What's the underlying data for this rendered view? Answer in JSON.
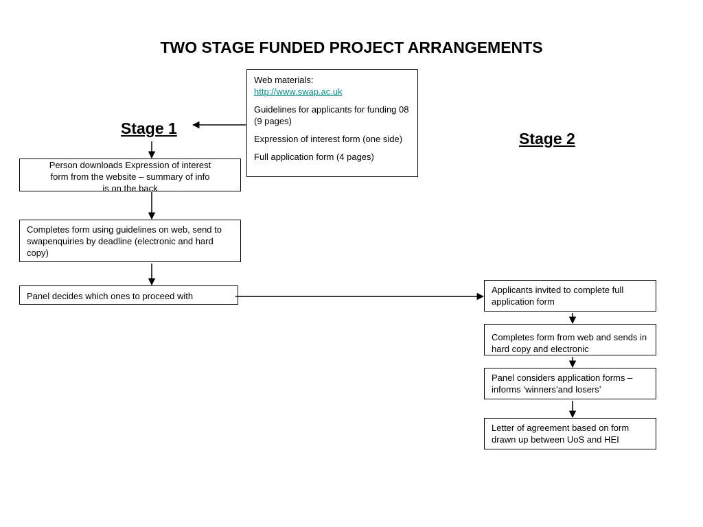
{
  "title": "TWO STAGE FUNDED PROJECT ARRANGEMENTS",
  "stage1": {
    "heading": "Stage 1",
    "steps": [
      "Person downloads Expression of interest form from the website  – summary of info is on the back",
      "Completes form using guidelines on web, send to swapenquiries by deadline (electronic and hard copy)",
      "Panel decides which ones to proceed with"
    ]
  },
  "web_materials": {
    "label": "Web materials:",
    "link": "http://www.swap.ac.uk",
    "items": [
      "Guidelines for applicants for funding 08 (9 pages)",
      "Expression of interest form (one side)",
      "Full application form (4 pages)"
    ]
  },
  "stage2": {
    "heading": "Stage 2",
    "steps": [
      "Applicants invited to complete full application form",
      "Completes form from web and sends in hard copy and electronic",
      "Panel considers application forms – informs ‘winners’and losers’",
      "Letter of agreement based on form drawn up between UoS and HEI"
    ]
  },
  "colors": {
    "link": "#0a8a8a",
    "line": "#000000"
  }
}
